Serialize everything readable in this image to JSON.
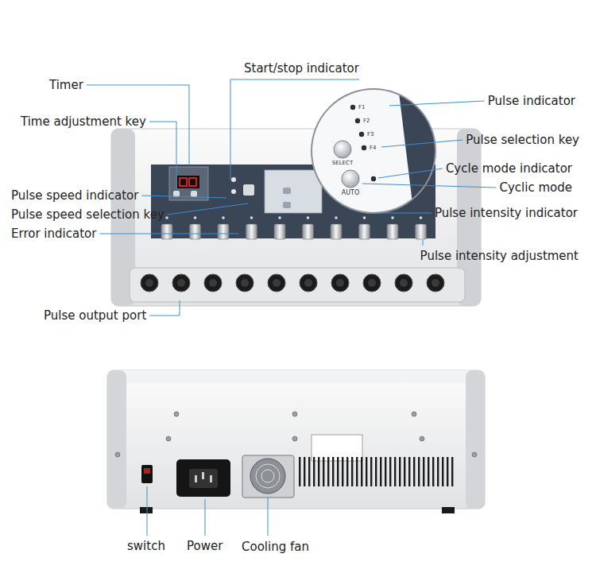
{
  "diagram": {
    "labels": [
      "Timer",
      "Start/stop indicator",
      "Pulse indicator",
      "Time adjustment key",
      "Pulse selection key",
      "Cycle mode indicator",
      "Pulse speed indicator",
      "Cyclic mode",
      "Pulse speed selection key",
      "Pulse intensity indicator",
      "Error indicator",
      "Pulse intensity adjustment",
      "Pulse output port",
      "switch",
      "Power",
      "Cooling fan",
      "F1",
      "F2",
      "F3",
      "F4",
      "SELECT",
      "AUTO"
    ]
  }
}
